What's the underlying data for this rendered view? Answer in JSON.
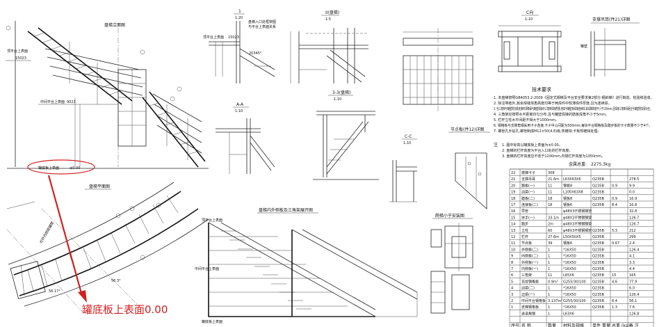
{
  "views": {
    "stair_elevation": {
      "title": "盘梯立面图",
      "label_top_platform": "顶平台上表面",
      "val_top": "15023",
      "label_mid_platform": "中间平台上表面",
      "val_mid": "9023",
      "label_tank_bottom": "罐底板上表面",
      "val_bottom": "±0.00"
    },
    "section_1": {
      "title": "1",
      "scale": "1:20",
      "label_entry": "盘梯入口处框架图",
      "label_entry2": "与平台上表面关系",
      "label_top": "顶平台上表面",
      "val_top": "15023",
      "dim": "20345°"
    },
    "section_2": {
      "title": "II(盘梯)",
      "scale": "1:5"
    },
    "section_c": {
      "title": "C向",
      "scale": "1:10"
    },
    "support_detail": {
      "title": "支撑吊耳(件21)详图",
      "label": "罐壁"
    },
    "section_aa": {
      "title": "A-A",
      "scale": "1:10"
    },
    "section_3": {
      "title": "3-3(盘梯)",
      "scale": "1:10"
    },
    "section_cc": {
      "title": "C-C",
      "scale": "1:10"
    },
    "node_detail": {
      "title": "节点板(件12)详图"
    },
    "stair_plan": {
      "title": "盘梯平面图",
      "label_rail": "栏杆内侧距罐壁",
      "dim1": "56.17°",
      "dim2": "56.3°"
    },
    "inner_elevation": {
      "title": "盘梯内外侧板及三角架展开图",
      "label_top": "顶平台上表面",
      "label_mid": "中间平台上表面",
      "label_bottom": "罐底板上表面"
    },
    "ladder_install": {
      "title": "爬梯小于安装图"
    }
  },
  "notes": {
    "title": "技术要求",
    "items": [
      "1. 本盘梯按照GB4053.2-2009《固定式钢梯及平台安全要求第2部分:钢斜梯》进行制造、检验和验收。",
      "2. 除注明者外,其余焊缝焊角高度均等于两焊件中较薄焊件厚度,且为连续焊。",
      "3. 当三角架与罐壁附加梁连接时须确保与罐壁焊接的三角架焊接质量,使其与罐壁板焊接连续焊,其焊脚高度不小于150mm,且焊接三角架间距应与罐壁附加梁对应。",
      "4. 三角架应按照水平距离均匀分布,且与罐壁焊接的筋板焊角不小于5mm。",
      "5. 栏杆立柱水平间距不得大于1000mm。",
      "6. 钢格板与支撑角钢采用卡子连接,卡子中心间距为500mm,每块平台钢格板及踏步板的卡子数量不少于4个。",
      "7. 螺栓孔手钻孔,螺栓制成M12×50(4.8)级,热镀锌;卡板热镀锌处理。"
    ],
    "note_head": "注",
    "note_lines": [
      "1. 图中标高以罐底板上表面为±0.00。",
      "2. 盘梯的栏杆高度为平台入口处的栏杆高度。",
      "3. 盘梯的栏杆高度应不低于1200mm,内侧栏杆高度为1050mm。"
    ],
    "total_weight_label": "金属总重:",
    "total_weight_value": "2275.3kg"
  },
  "bom": {
    "header": [
      "序号",
      "名 称",
      "数量",
      "材料及规格",
      "单件 重量",
      "总重 (kg)",
      "备 注"
    ],
    "rows": [
      [
        "22",
        "爬梯卡子",
        "308",
        "",
        "",
        "",
        ""
      ],
      [
        "21",
        "支撑吊耳",
        "21.6m",
        "L63X63X6",
        "Q235B",
        "",
        "278.5"
      ],
      [
        "20",
        "踏板(一)",
        "11",
        "钢板8",
        "Q235B",
        "0.9",
        "9.9"
      ],
      [
        "19",
        "边梁(一)",
        "11",
        "L100X63X8",
        "Q235B",
        "",
        "0.0"
      ],
      [
        "18",
        "踏板(二)",
        "18",
        "钢板8",
        "Q235B",
        "0.9",
        "16.9"
      ],
      [
        "17",
        "连接板(二)",
        "18",
        "钢板6",
        "Q235B",
        "8.4",
        "16.8"
      ],
      [
        "16",
        "导管",
        "",
        "φ48X3不锈钢钢管",
        "",
        "",
        "32.8"
      ],
      [
        "15",
        "扶手(一)",
        "33.1m",
        "φ48X3不锈钢钢管",
        "",
        "",
        "126.7"
      ],
      [
        "14",
        "踏步",
        "2m",
        "φ48X3不锈钢钢管",
        "",
        "",
        "126.7"
      ],
      [
        "13",
        "立柱",
        "60",
        "φ48X3不锈钢钢管",
        "Q235B",
        "5.3",
        "212"
      ],
      [
        "12",
        "栏杆",
        "27.6m",
        "L50X50X5",
        "Q235B",
        "",
        "299"
      ],
      [
        "11",
        "节点板",
        "39",
        "钢板6",
        "Q235B",
        "0.67",
        "2.4"
      ],
      [
        "10",
        "外侧板(二)",
        "1",
        "*16X50",
        "Q235B",
        "",
        "126.4"
      ],
      [
        "9",
        "内侧板(二)",
        "1",
        "*16X50",
        "Q235B",
        "",
        "4.1"
      ],
      [
        "8",
        "外侧板(一)",
        "1",
        "*16X50",
        "Q235B",
        "",
        "3.3"
      ],
      [
        "7",
        "内侧板(一)",
        "1",
        "*16X50",
        "Q235B",
        "",
        "4.4"
      ],
      [
        "6",
        "三角架",
        "11",
        "L65X6",
        "Q235B",
        "15",
        "165"
      ],
      [
        "5",
        "花纹钢格板",
        "0.9m²",
        "G255/30/100",
        "Q235B",
        "4.6",
        "77.9"
      ],
      [
        "4",
        "边梁(二)",
        "1",
        "*16X50",
        "Q235B",
        "",
        "6.0"
      ],
      [
        "3",
        "边梁(一)",
        "1",
        "*16X50",
        "Q235B",
        "",
        "126.4"
      ],
      [
        "2",
        "中间平台钢格板",
        "3.137m²",
        "G255/30/100",
        "Q235B",
        "6.4",
        "56.1"
      ],
      [
        "1",
        "迭梯钢格板",
        "1",
        "*16X50",
        "Q235B",
        "1.3",
        "7.6"
      ],
      [
        "",
        "迭道角钢",
        "1",
        "L63X6",
        "",
        "",
        "126.8"
      ]
    ]
  },
  "callout": {
    "text": "罐底板上表面0.00",
    "color": "#d21f1f"
  }
}
